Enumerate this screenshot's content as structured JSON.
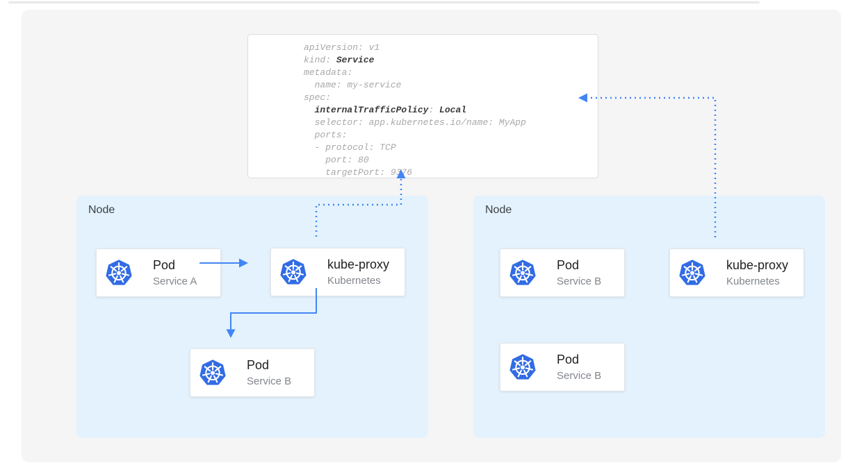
{
  "code_block": {
    "lines": [
      {
        "parts": [
          {
            "text": "apiVersion: v1",
            "bold": false
          }
        ]
      },
      {
        "parts": [
          {
            "text": "kind: ",
            "bold": false
          },
          {
            "text": "Service",
            "bold": true
          }
        ]
      },
      {
        "parts": [
          {
            "text": "metadata:",
            "bold": false
          }
        ]
      },
      {
        "parts": [
          {
            "text": "  name: my-service",
            "bold": false
          }
        ]
      },
      {
        "parts": [
          {
            "text": "spec:",
            "bold": false
          }
        ]
      },
      {
        "parts": [
          {
            "text": "  ",
            "bold": false
          },
          {
            "text": "internalTrafficPolicy",
            "bold": true
          },
          {
            "text": ": ",
            "bold": false
          },
          {
            "text": "Local",
            "bold": true
          }
        ]
      },
      {
        "parts": [
          {
            "text": "  selector: app.kubernetes.io/name: MyApp",
            "bold": false
          }
        ]
      },
      {
        "parts": [
          {
            "text": "  ports:",
            "bold": false
          }
        ]
      },
      {
        "parts": [
          {
            "text": "  - protocol: TCP",
            "bold": false
          }
        ]
      },
      {
        "parts": [
          {
            "text": "    port: 80",
            "bold": false
          }
        ]
      },
      {
        "parts": [
          {
            "text": "    targetPort: 9376",
            "bold": false
          }
        ]
      }
    ]
  },
  "nodes": [
    {
      "label": "Node",
      "cards": [
        {
          "title": "Pod",
          "subtitle": "Service A",
          "icon": "kubernetes-logo"
        },
        {
          "title": "kube-proxy",
          "subtitle": "Kubernetes",
          "icon": "kubernetes-logo"
        },
        {
          "title": "Pod",
          "subtitle": "Service B",
          "icon": "kubernetes-logo"
        }
      ]
    },
    {
      "label": "Node",
      "cards": [
        {
          "title": "Pod",
          "subtitle": "Service B",
          "icon": "kubernetes-logo"
        },
        {
          "title": "kube-proxy",
          "subtitle": "Kubernetes",
          "icon": "kubernetes-logo"
        },
        {
          "title": "Pod",
          "subtitle": "Service B",
          "icon": "kubernetes-logo"
        }
      ]
    }
  ],
  "edges": [
    {
      "from": "pod-service-a",
      "to": "kube-proxy-left",
      "style": "solid-arrow"
    },
    {
      "from": "kube-proxy-left",
      "to": "pod-service-b-left",
      "style": "solid-arrow"
    },
    {
      "from": "kube-proxy-left",
      "to": "service-yaml-card",
      "style": "dotted-arrow"
    },
    {
      "from": "kube-proxy-right",
      "to": "service-yaml-card",
      "style": "dotted-arrow"
    }
  ],
  "colors": {
    "arrow_blue": "#4285f4",
    "kubernetes_blue": "#326ce5",
    "node_fill": "#e3f2fd",
    "canvas_gray": "#f5f5f6",
    "code_muted": "#a8a8a8",
    "code_bold": "#3b3b3b"
  }
}
